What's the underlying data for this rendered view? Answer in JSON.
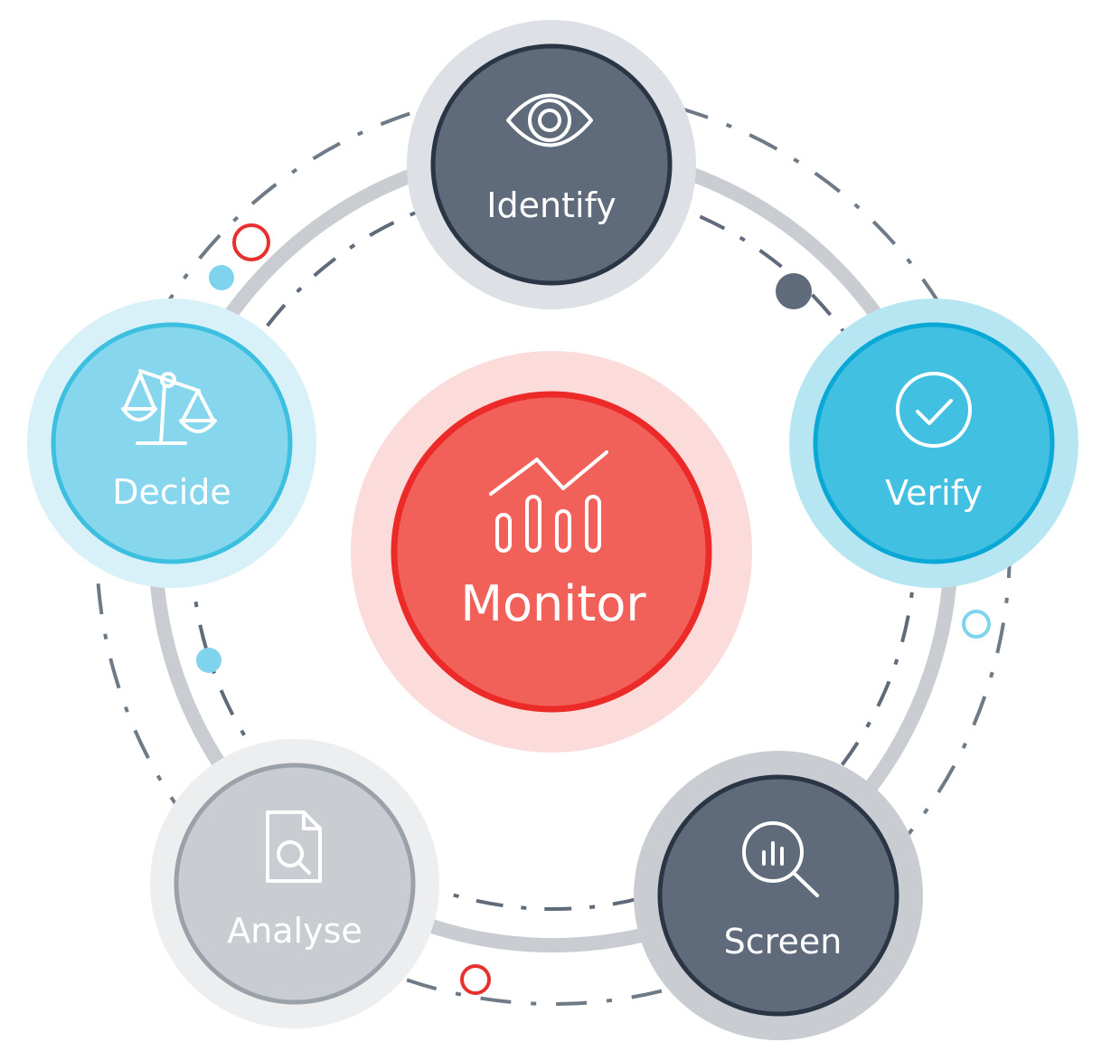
{
  "center": {
    "label": "Monitor",
    "icon": "line-chart-bars-icon"
  },
  "nodes": [
    {
      "id": "identify",
      "label": "Identify",
      "icon": "eye-icon",
      "fill": "#5f6b7a",
      "stroke": "#2a3646",
      "halo": "#dde0e4"
    },
    {
      "id": "verify",
      "label": "Verify",
      "icon": "check-circle-icon",
      "fill": "#42c0e2",
      "stroke": "#09a8d6",
      "halo": "#b7e6f3"
    },
    {
      "id": "screen",
      "label": "Screen",
      "icon": "magnifier-chart-icon",
      "fill": "#5f6b7a",
      "stroke": "#2a3646",
      "halo": "#c9ccd1"
    },
    {
      "id": "analyse",
      "label": "Analyse",
      "icon": "document-search-icon",
      "fill": "#c9ccd1",
      "stroke": "#9ba1a9",
      "halo": "#eceef0"
    },
    {
      "id": "decide",
      "label": "Decide",
      "icon": "scales-icon",
      "fill": "#86d7ed",
      "stroke": "#3dbfe0",
      "halo": "#d8f1f8"
    }
  ],
  "colors": {
    "center_fill": "#f1615a",
    "center_stroke": "#ec2b28",
    "center_halo": "#fbdcda",
    "ring": "#c9ccd1",
    "dash": "#5f6b7a",
    "accent_red": "#e8312e",
    "accent_cyan": "#7fd3ec",
    "accent_dark": "#5f6b7a"
  }
}
